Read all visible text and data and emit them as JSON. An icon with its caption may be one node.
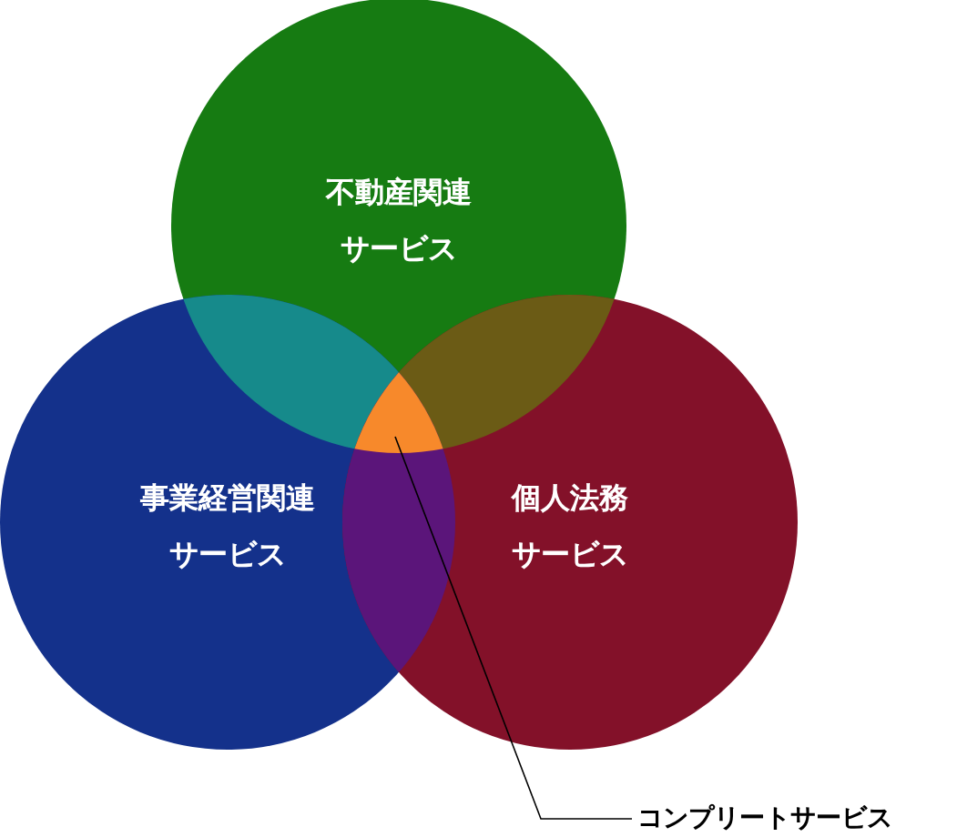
{
  "diagram": {
    "nodes": [
      {
        "text": [
          "不動産関連サービス"
        ]
      },
      {
        "text": [
          "事業経営関連サービス"
        ]
      },
      {
        "text": [
          "個人法務サービス"
        ]
      },
      {
        "text": [
          "コンプリートサービス"
        ]
      },
      {
        "text": [],
        "shape": "triangle"
      }
    ],
    "edges": [
      {
        "from": 3,
        "to": 4,
        "arrow": "none"
      }
    ]
  }
}
